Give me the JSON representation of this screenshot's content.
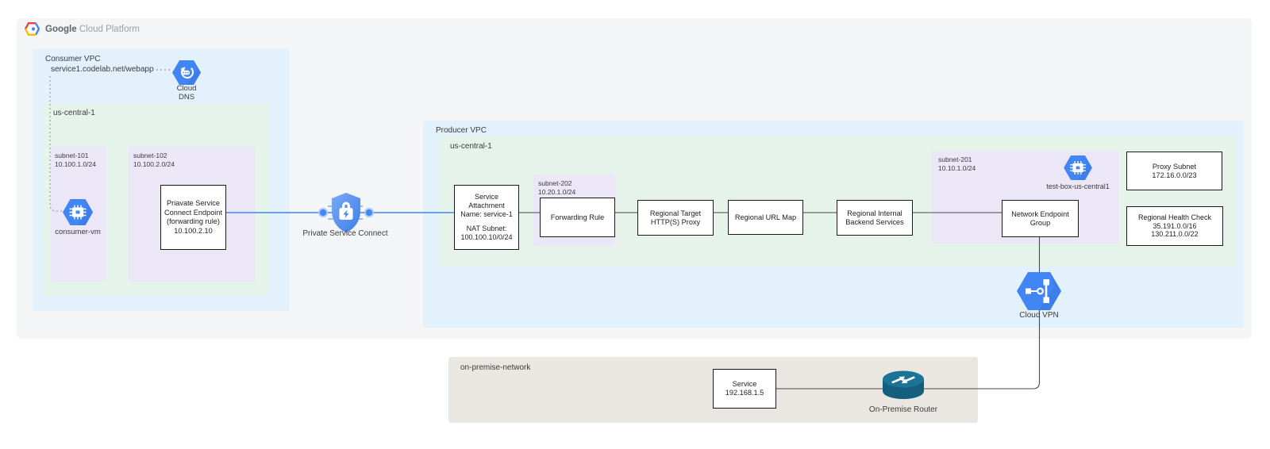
{
  "header": {
    "brand_bold": "Google",
    "brand_light": "Cloud Platform"
  },
  "consumer_vpc": {
    "label": "Consumer VPC",
    "dns_record": "service1.codelab.net/webapp",
    "cloud_dns": {
      "line1": "Cloud",
      "line2": "DNS"
    },
    "region": {
      "label": "us-central-1",
      "subnet_101": {
        "name": "subnet-101",
        "cidr": "10.100.1.0/24",
        "vm_label": "consumer-vm"
      },
      "subnet_102": {
        "name": "subnet-102",
        "cidr": "10.100.2.0/24",
        "endpoint_box": {
          "line1": "Priavate Service",
          "line2": "Connect Endpoint",
          "line3": "(forwarding rule)",
          "line4": "10.100.2.10"
        }
      }
    }
  },
  "psc": {
    "label": "Private Service Connect"
  },
  "producer_vpc": {
    "label": "Producer VPC",
    "cloud_vpn_label": "Cloud VPN",
    "region": {
      "label": "us-central-1",
      "service_attachment": {
        "line1": "Service",
        "line2": "Attachment",
        "line3": "Name: service-1",
        "line4": "NAT Subnet:",
        "line5": "100.100.10/0/24"
      },
      "subnet_202": {
        "name": "subnet-202",
        "cidr": "10.20.1.0/24",
        "box_label": "Forwarding Rule"
      },
      "target_proxy_box": {
        "line1": "Regional Target",
        "line2": "HTTP(S) Proxy"
      },
      "url_map_box": {
        "label": "Regional URL Map"
      },
      "backend_box": {
        "line1": "Regional Internal",
        "line2": "Backend Services"
      },
      "subnet_201": {
        "name": "subnet-201",
        "cidr": "10.10.1.0/24",
        "neg_line1": "Network Endpoint",
        "neg_line2": "Group",
        "vm_label": "test-box-us-central1"
      },
      "proxy_subnet_box": {
        "line1": "Proxy Subnet",
        "line2": "172.16.0.0/23"
      },
      "health_check_box": {
        "line1": "Regional Health Check",
        "line2": "35.191.0.0/16",
        "line3": "130.211.0.0/22"
      }
    }
  },
  "on_premise": {
    "label": "on-premise-network",
    "service_box": {
      "line1": "Service",
      "line2": "192.168.1.5"
    },
    "router_label": "On-Premise Router"
  },
  "colors": {
    "google_blue": "#4285f4",
    "icon_blue_dark": "#3367d6",
    "vpc_zone_blue": "#e3f1fc",
    "region_zone_green": "#e6f3eb",
    "subnet_zone_lavender": "#ebe7f6",
    "on_premise_beige": "#eae7e2",
    "outer_gray": "#f4f5f6",
    "connector_dark": "#4a4a4a",
    "router_teal": "#156c8d",
    "logo_red": "#ea4335",
    "logo_yellow": "#fbbc04"
  }
}
